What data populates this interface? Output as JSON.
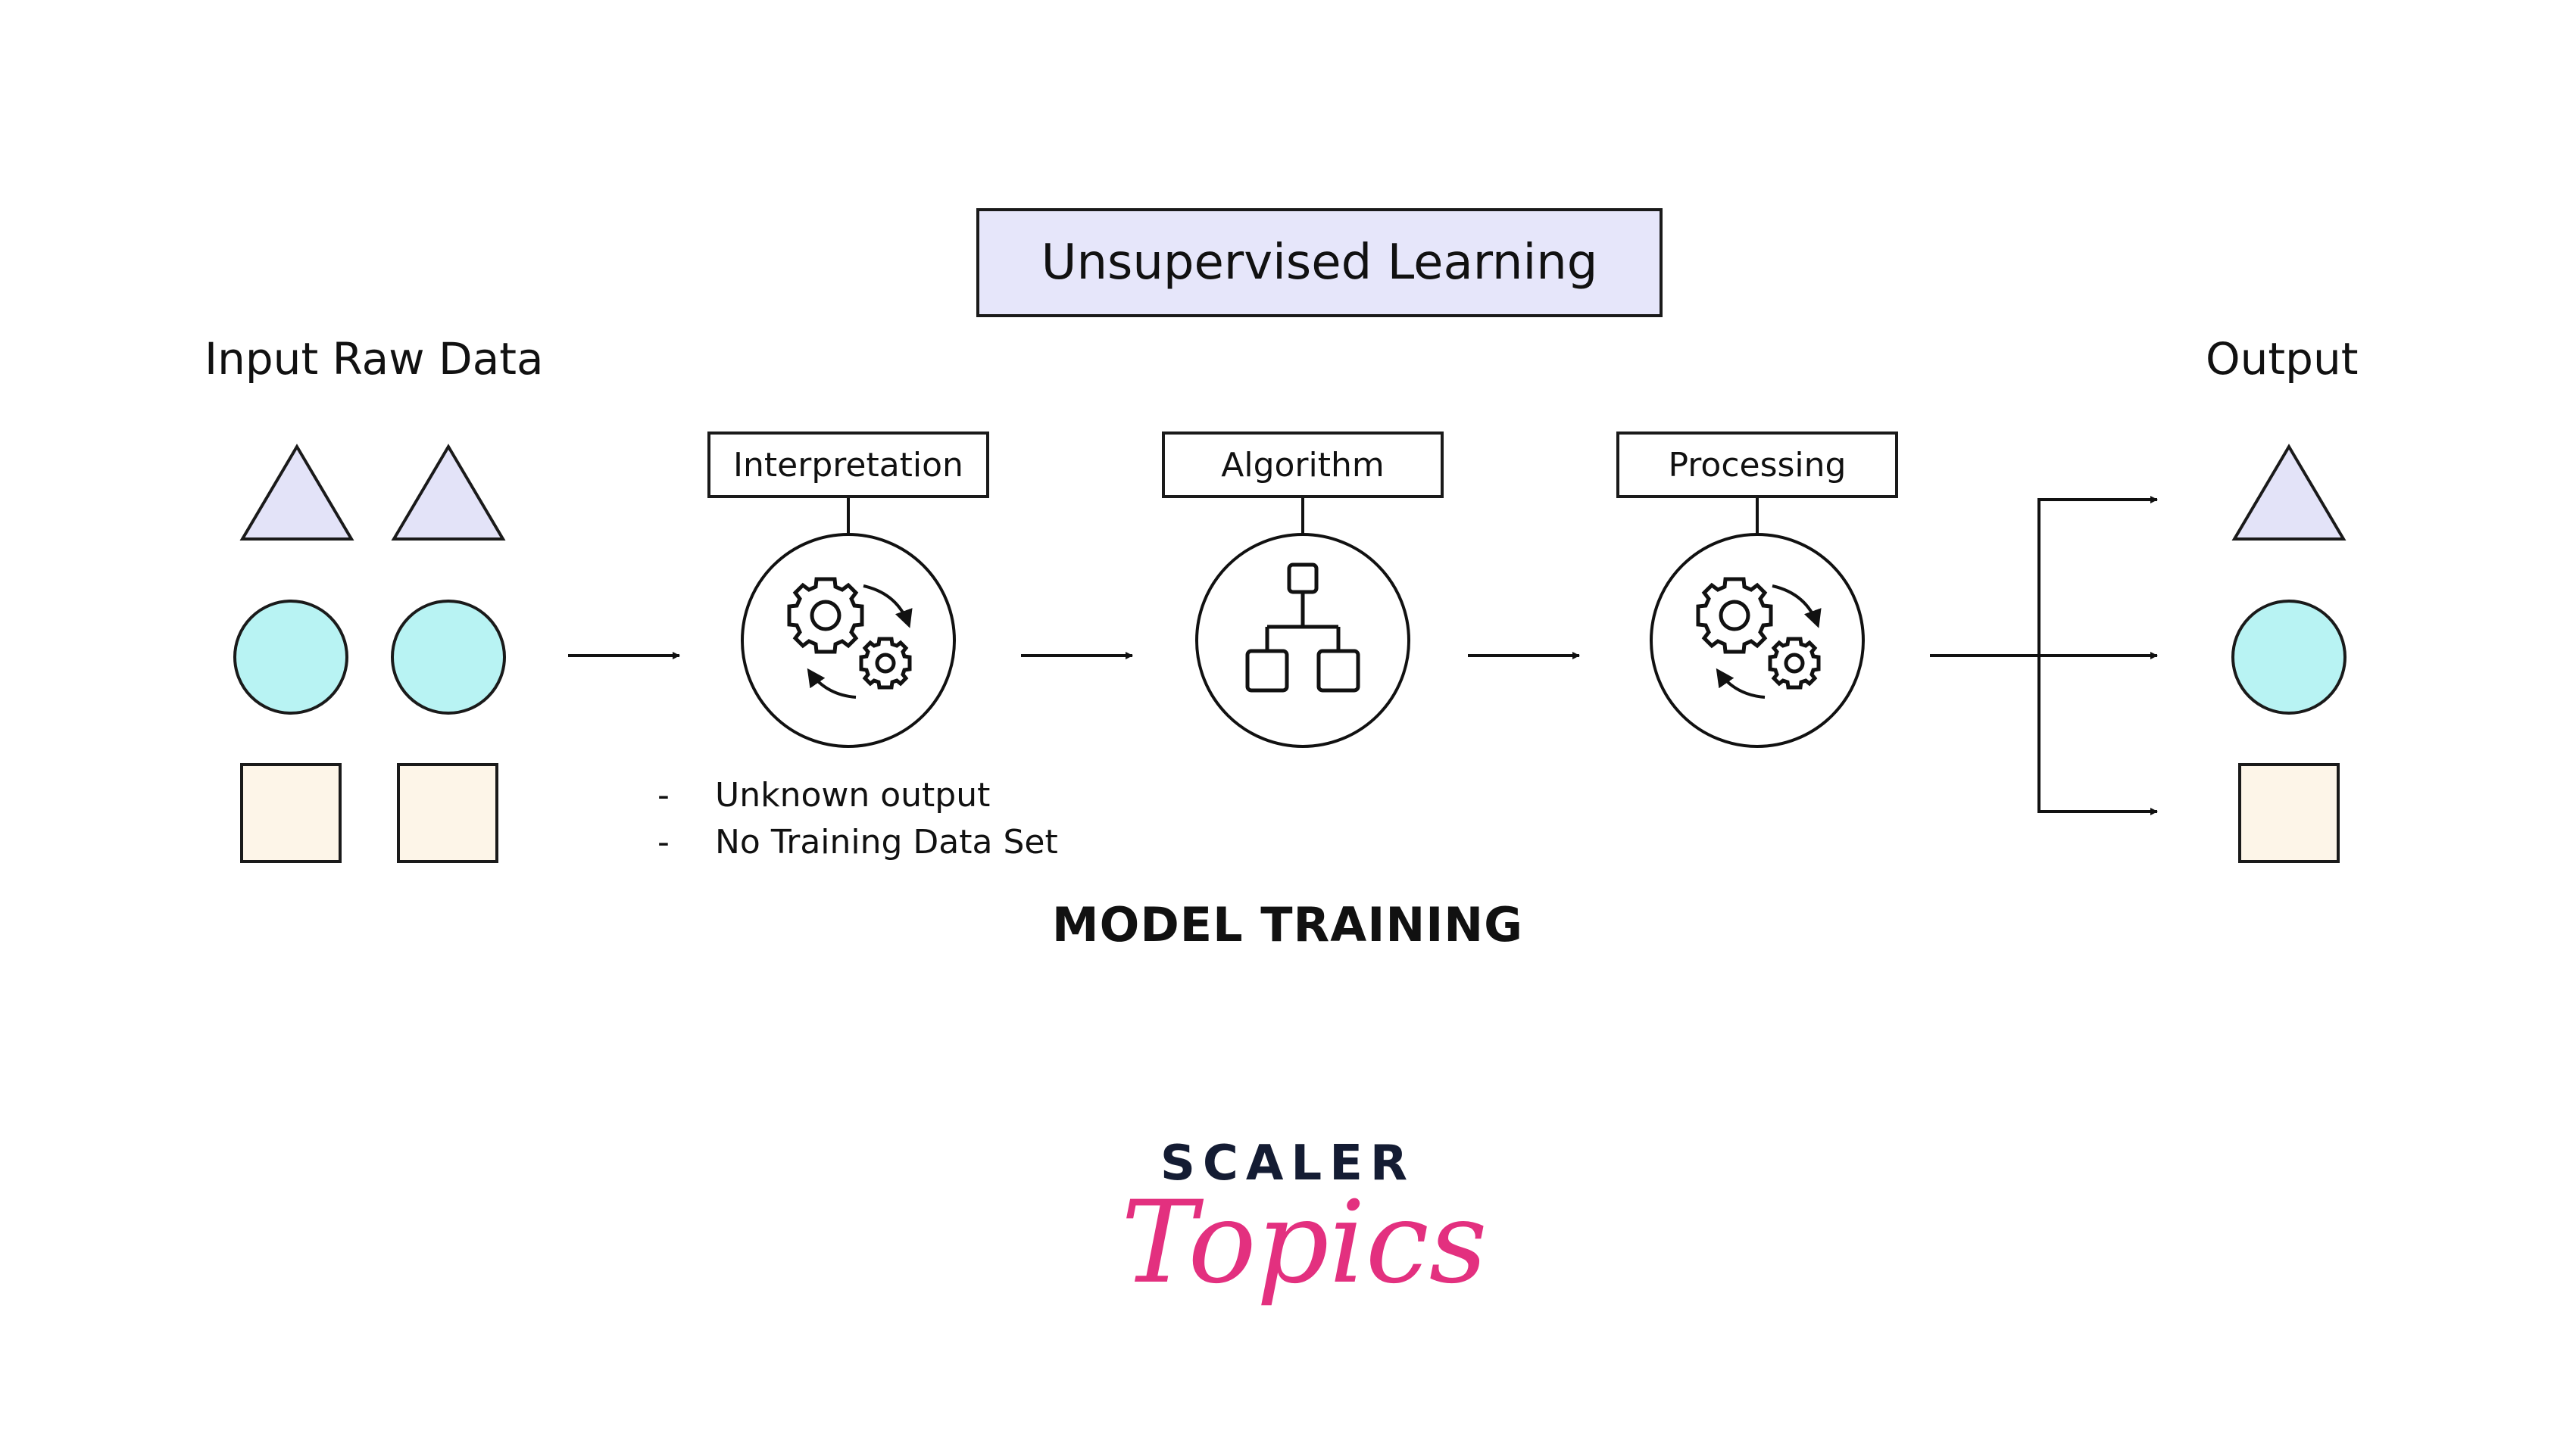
{
  "title": "Unsupervised Learning",
  "input_heading": "Input Raw Data",
  "output_heading": "Output",
  "stages": [
    {
      "label": "Interpretation",
      "icon": "gears-cycle-icon"
    },
    {
      "label": "Algorithm",
      "icon": "flowchart-icon"
    },
    {
      "label": "Processing",
      "icon": "gears-cycle-icon"
    }
  ],
  "notes": [
    "Unknown output",
    "No Training Data Set"
  ],
  "note_bullet": "-",
  "section_label": "MODEL TRAINING",
  "logo": {
    "line1": "SCALER",
    "line2": "Topics"
  },
  "colors": {
    "title_fill": "#e6e6fa",
    "triangle_fill": "#e3e3f8",
    "circle_fill": "#b8f3f3",
    "square_fill": "#fdf5e8",
    "stroke": "#1a1a1a",
    "logo_dark": "#141c33",
    "logo_pink": "#e3307f"
  }
}
